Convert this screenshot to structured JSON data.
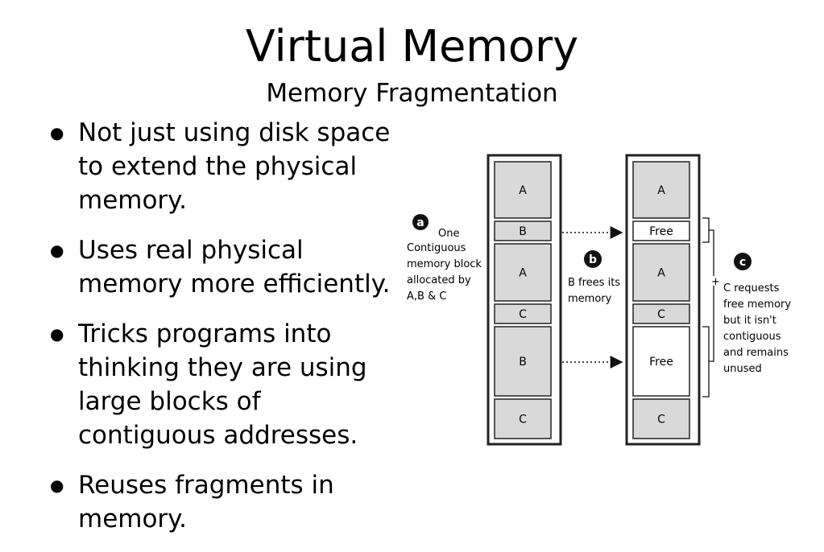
{
  "slide": {
    "title": "Virtual Memory",
    "subtitle": "Memory Fragmentation",
    "bullets": [
      "Not just using disk space\nto extend the physical\nmemory.",
      "Uses real physical\nmemory more efficiently.",
      "Tricks programs into\nthinking they are using\nlarge blocks of\ncontiguous addresses.",
      "Reuses fragments in\nmemory."
    ]
  },
  "diagram": {
    "colors": {
      "filled": "#d9d9d9",
      "free": "#ffffff",
      "outline": "#222222"
    },
    "left_column": [
      "A",
      "B",
      "A",
      "C",
      "B",
      "C"
    ],
    "right_column": [
      "A",
      "Free",
      "A",
      "C",
      "Free",
      "C"
    ],
    "label_a": {
      "letter": "a",
      "lines": [
        "One",
        "Contiguous",
        "memory block",
        "allocated by",
        "A,B & C"
      ]
    },
    "label_b": {
      "letter": "b",
      "lines": [
        "B frees its",
        "memory"
      ]
    },
    "label_c": {
      "letter": "c",
      "lines": [
        "C  requests",
        "free memory",
        "but it isn't",
        "contiguous",
        "and remains",
        "unused"
      ],
      "plus": "+"
    }
  }
}
